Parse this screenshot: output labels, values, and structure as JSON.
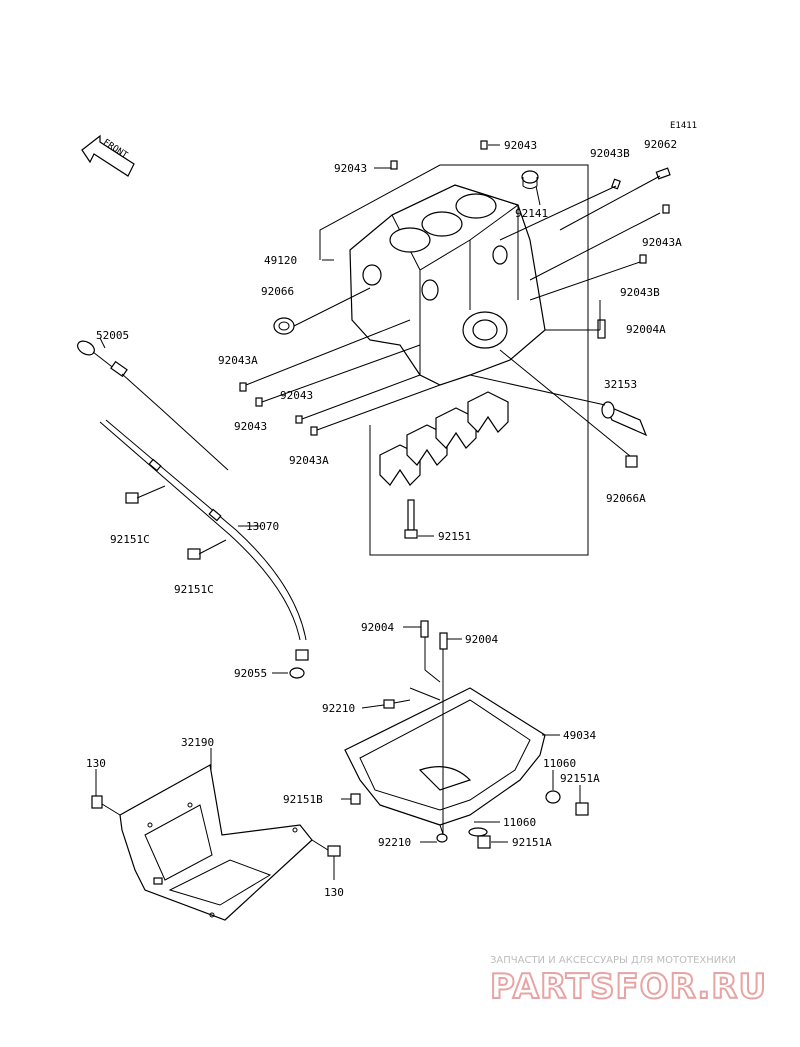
{
  "diagram_code": "E1411",
  "front_label": "FRONT",
  "watermark": {
    "line1": "ЗАПЧАСТИ И АКСЕССУАРЫ ДЛЯ МОТОТЕХНИКИ",
    "line2": "PARTSFOR.RU"
  },
  "parts": {
    "p92043_top_left": "92043",
    "p92043_top_mid": "92043",
    "p92043B_top": "92043B",
    "p92062": "92062",
    "p92141": "92141",
    "p49120": "49120",
    "p92043A_right": "92043A",
    "p92066": "92066",
    "p92043B_right": "92043B",
    "p52005": "52005",
    "p92004A": "92004A",
    "p92043A_left": "92043A",
    "p32153": "32153",
    "p92043_left": "92043",
    "p92043_left2": "92043",
    "p92043A_low": "92043A",
    "p92066A": "92066A",
    "p13070": "13070",
    "p92151C_1": "92151C",
    "p92151": "92151",
    "p92151C_2": "92151C",
    "p92004_left": "92004",
    "p92004_right": "92004",
    "p92055": "92055",
    "p92210_top": "92210",
    "p49034": "49034",
    "p32190": "32190",
    "p11060_top": "11060",
    "p130_top": "130",
    "p92151A_top": "92151A",
    "p92151B": "92151B",
    "p11060_low": "11060",
    "p92210_low": "92210",
    "p92151A_low": "92151A",
    "p130_low": "130"
  }
}
